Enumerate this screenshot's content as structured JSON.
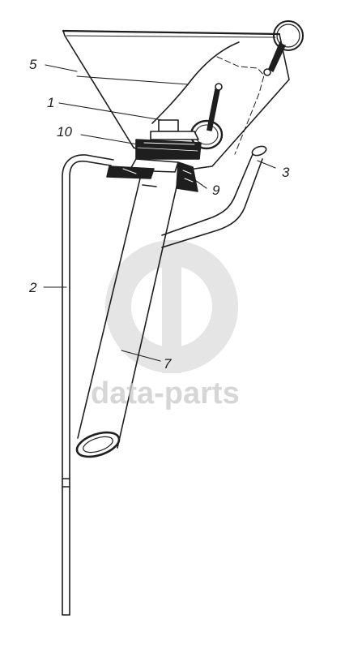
{
  "labels": {
    "part_1": "1",
    "part_2": "2",
    "part_3": "3",
    "part_5": "5",
    "part_7": "7",
    "part_9": "9",
    "part_10": "10"
  },
  "watermark": {
    "text": "data-parts",
    "color": "#c4c4c4"
  },
  "colors": {
    "line": "#1e1e1e",
    "background": "#ffffff"
  }
}
